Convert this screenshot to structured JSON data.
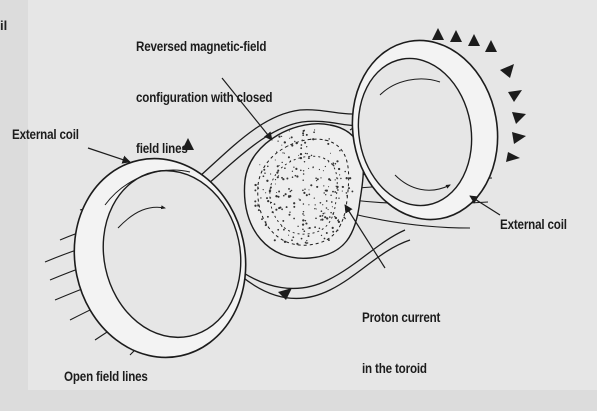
{
  "labels": {
    "edge_fragment": "il",
    "reversed_field_line1": "Reversed magnetic-field",
    "reversed_field_line2": "configuration with closed",
    "reversed_field_line3": "field lines",
    "external_coil_left": "External coil",
    "external_coil_right": "External coil",
    "proton_current_line1": "Proton current",
    "proton_current_line2": "in the toroid",
    "open_field_lines": "Open field lines"
  },
  "colors": {
    "background": "#dcdcdc",
    "panel": "#e6e6e6",
    "ink": "#1c1c1c",
    "coil_fill": "#f3f3f3",
    "plasma_fill": "#eeeeee"
  }
}
